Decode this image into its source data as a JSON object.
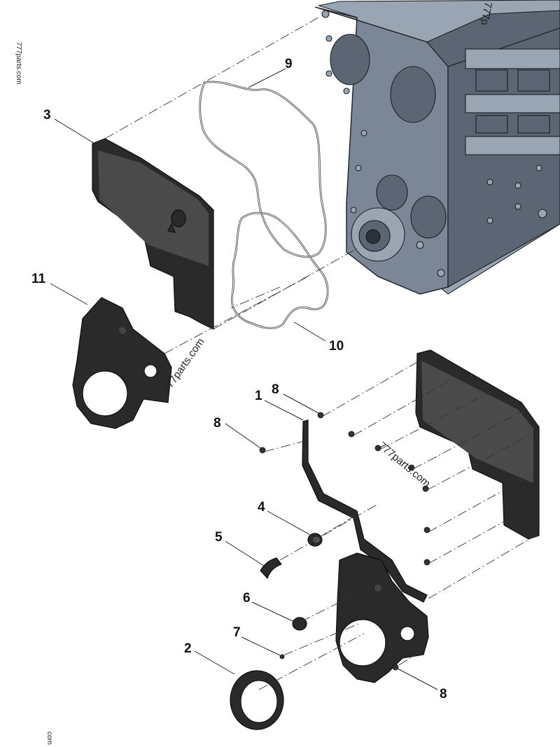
{
  "callouts": {
    "c1": "1",
    "c2": "2",
    "c3": "3",
    "c4": "4",
    "c5": "5",
    "c6": "6",
    "c7": "7",
    "c8a": "8",
    "c8b": "8",
    "c8c": "8",
    "c9": "9",
    "c10": "10",
    "c11": "11"
  },
  "watermarks": {
    "side": "777parts.com",
    "middle": "777parts.com",
    "right": "777parts.com",
    "top": "777p",
    "bottom": "com"
  },
  "colors": {
    "engine_block": "#7b8796",
    "parts": "#2a2a2a",
    "background": "#ffffff"
  }
}
